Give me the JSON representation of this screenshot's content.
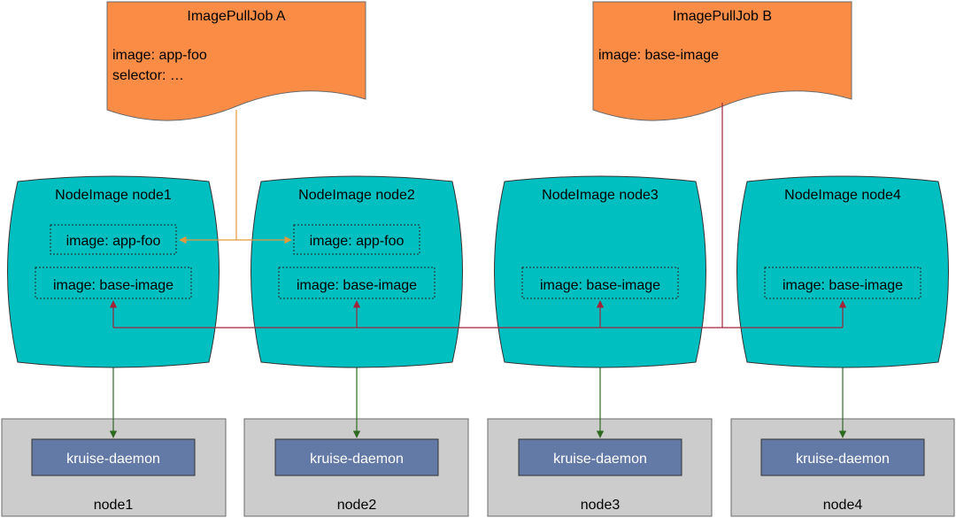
{
  "colors": {
    "doc_fill": "#fb8c46",
    "doc_stroke": "#6b6b6b",
    "cylinder_fill": "#00bfc0",
    "cylinder_stroke": "#333333",
    "node_box_fill": "#cccccc",
    "daemon_fill": "#6379a6",
    "job_a_line": "#e59a3c",
    "job_b_line": "#a0243c",
    "green_arrow": "#2d6a1f"
  },
  "jobs": [
    {
      "title": "ImagePullJob A",
      "lines": [
        "image: app-foo",
        "selector: …"
      ]
    },
    {
      "title": "ImagePullJob B",
      "lines": [
        "image: base-image"
      ]
    }
  ],
  "node_images": [
    {
      "title": "NodeImage node1",
      "images": [
        "image: app-foo",
        "image: base-image"
      ]
    },
    {
      "title": "NodeImage node2",
      "images": [
        "image: app-foo",
        "image: base-image"
      ]
    },
    {
      "title": "NodeImage node3",
      "images": [
        "image: base-image"
      ]
    },
    {
      "title": "NodeImage node4",
      "images": [
        "image: base-image"
      ]
    }
  ],
  "nodes": [
    {
      "label": "node1",
      "daemon": "kruise-daemon"
    },
    {
      "label": "node2",
      "daemon": "kruise-daemon"
    },
    {
      "label": "node3",
      "daemon": "kruise-daemon"
    },
    {
      "label": "node4",
      "daemon": "kruise-daemon"
    }
  ]
}
